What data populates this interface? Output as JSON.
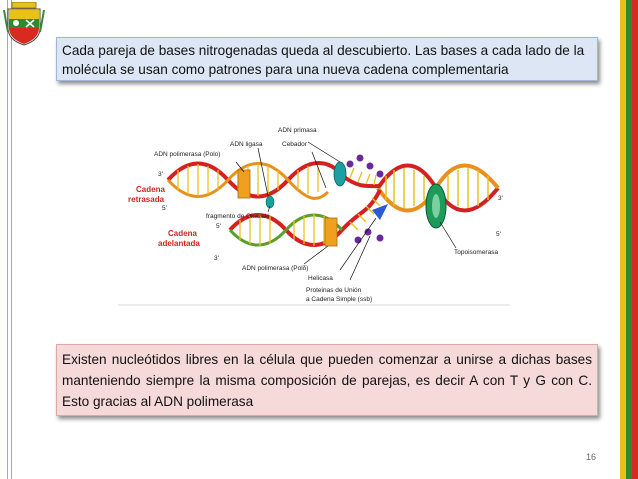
{
  "slide": {
    "top_text": "Cada pareja de bases nitrogenadas queda al descubierto.  Las bases a cada lado de la molécula se usan como patrones para una nueva cadena complementaria",
    "bottom_text": "Existen nucleótidos libres en la célula que pueden comenzar a unirse a dichas bases manteniendo siempre la misma composición de parejas, es decir A con T y G con C. Esto gracias al ADN polimerasa",
    "page_number": "16"
  },
  "diagram": {
    "labels": {
      "adn_primasa": "ADN primasa",
      "adn_ligasa": "ADN ligasa",
      "cebador": "Cebador",
      "adn_polimerasa_polo": "ADN polimerasa (Polo)",
      "cadena_retrasada_1": "Cadena",
      "cadena_retrasada_2": "retrasada",
      "fragmento_okazaki": "fragmento de Okazaki",
      "cadena_adelantada_1": "Cadena",
      "cadena_adelantada_2": "adelantada",
      "adn_polimerasa_pol_delta": "ADN polimerasa (Polδ)",
      "helicasa": "Helicasa",
      "proteinas_1": "Proteinas de Unión",
      "proteinas_2": "a Cadena Simple (ssb)",
      "topoisomerasa": "Topoisomerasa",
      "end_3_a": "3'",
      "end_5_a": "5'",
      "end_5_b": "5'",
      "end_3_b": "3'",
      "end_3_right": "3'",
      "end_5_right": "5'"
    }
  },
  "colors": {
    "top_box_bg": "#dce6f4",
    "bottom_box_bg": "#f6d9d9",
    "strand_red": "#d42020",
    "strand_orange": "#e8901c",
    "new_strand_green": "#5a9e2a",
    "enzyme_orange": "#f0a020",
    "topo_green": "#1e9a5a",
    "ssb_purple": "#6a2a9a"
  }
}
